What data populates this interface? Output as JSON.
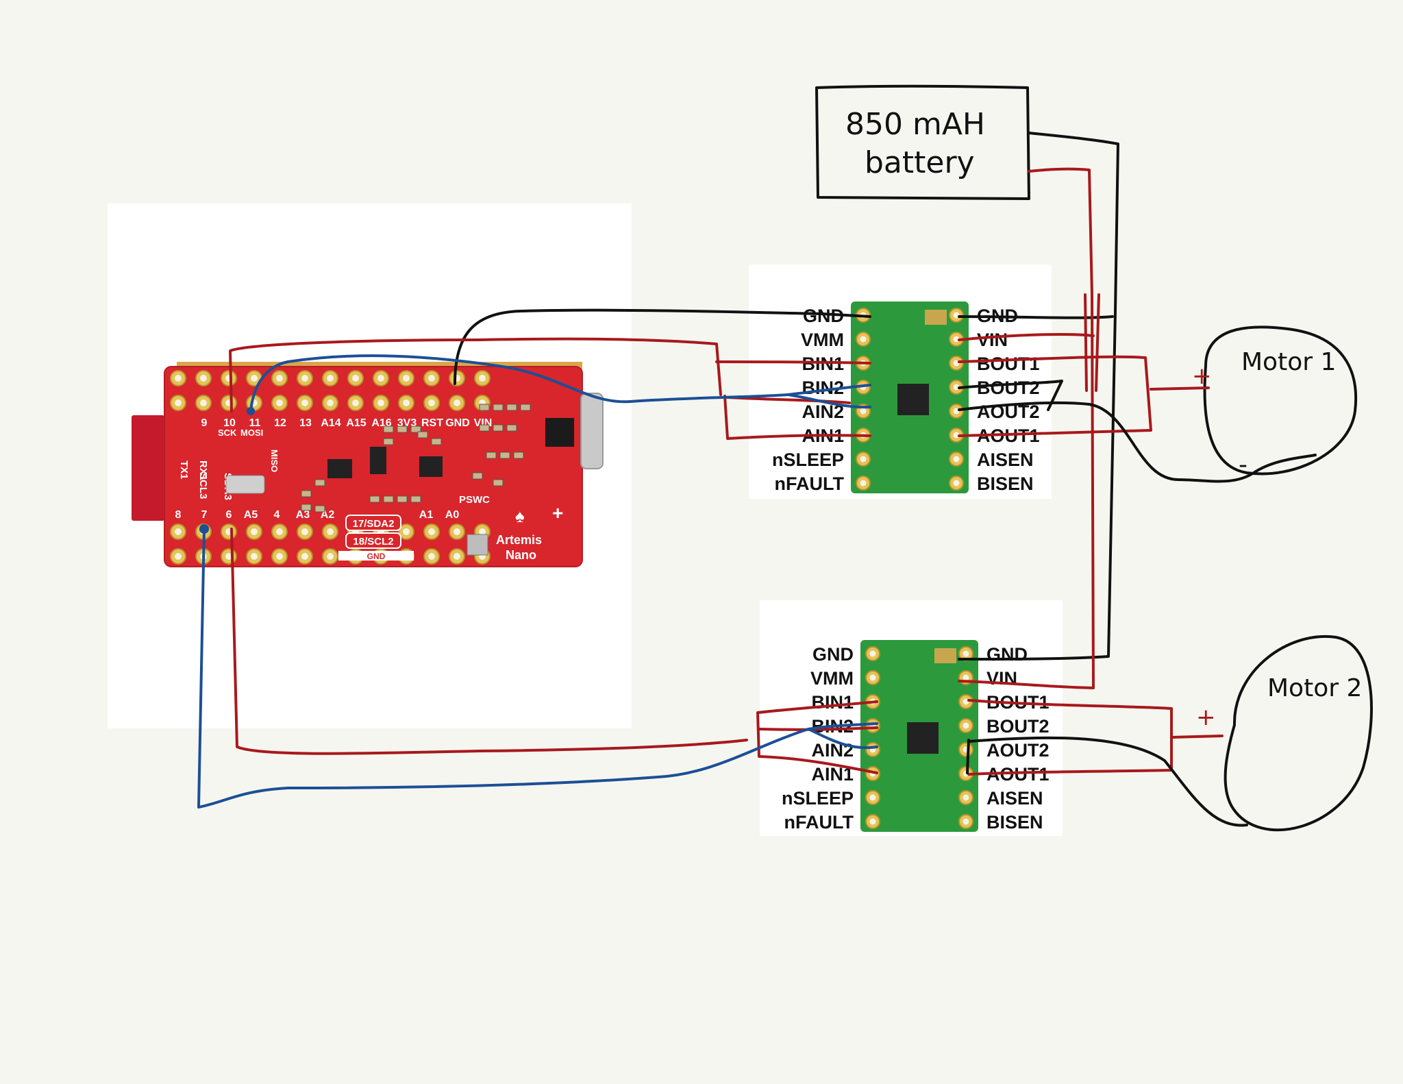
{
  "battery": {
    "line1": "850 mAH",
    "line2": "battery"
  },
  "motors": [
    {
      "label": "Motor 1",
      "plus": "+",
      "minus": "-"
    },
    {
      "label": "Motor 2",
      "plus": "+"
    }
  ],
  "driver_left_pins": [
    "GND",
    "VMM",
    "BIN1",
    "BIN2",
    "AIN2",
    "AIN1",
    "nSLEEP",
    "nFAULT"
  ],
  "driver_right_pins": [
    "GND",
    "VIN",
    "BOUT1",
    "BOUT2",
    "AOUT2",
    "AOUT1",
    "AISEN",
    "BISEN"
  ],
  "artemis": {
    "top_pins": [
      "9",
      "10",
      "11",
      "12",
      "13",
      "A14",
      "A15",
      "A16",
      "3V3",
      "RST",
      "GND",
      "VIN"
    ],
    "top_sub": [
      "TX1",
      "RX1",
      "SCK",
      "MOSI",
      "MISO"
    ],
    "bottom_pins": [
      "8",
      "7",
      "6",
      "A5",
      "4",
      "A3",
      "A2",
      "A1",
      "A0"
    ],
    "bottom_sub": [
      "SCL3",
      "SDA3"
    ],
    "chips": [
      "17/SDA2",
      "18/SCL2",
      "GND"
    ],
    "pswc": "PSWC",
    "name_line1": "Artemis",
    "name_line2": "Nano",
    "plus": "+"
  },
  "colors": {
    "wire_red": "#a8191c",
    "wire_black": "#111111",
    "wire_blue": "#1c4f96",
    "board_red": "#d8262c",
    "driver_green": "#2c9a3c"
  }
}
